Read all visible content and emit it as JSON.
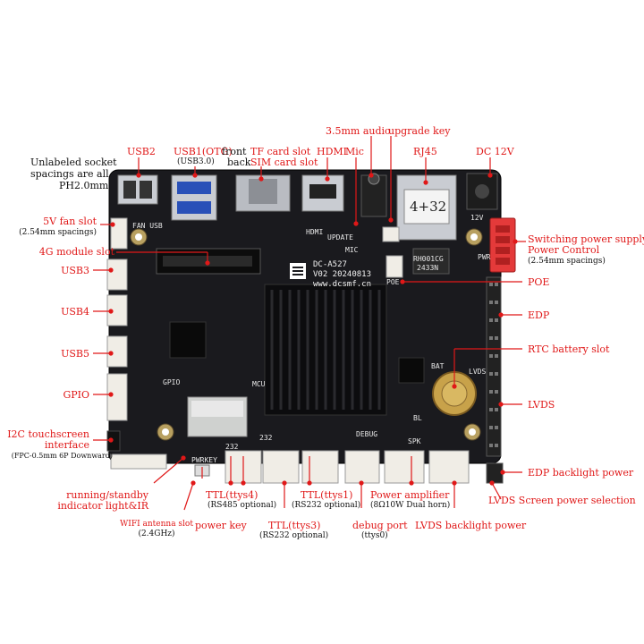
{
  "intro": {
    "line1": "Unlabeled socket",
    "line2": "spacings are all",
    "line3": "PH2.0mm"
  },
  "labels": {
    "usb2": "USB2",
    "usb1": "USB1(OTG)",
    "usb1_sub": "(USB3.0)",
    "tf_front": "front",
    "tf_name": "TF card slot",
    "sim_back": "back",
    "sim_name": "SIM card slot",
    "hdmi": "HDMI",
    "mic": "Mic",
    "audio": "3.5mm audio",
    "upgrade": "upgrade key",
    "rj45": "RJ45",
    "dc": "DC 12V",
    "fan": "5V fan slot",
    "fan_sub": "(2.54mm spacings)",
    "g4": "4G module slot",
    "usb3": "USB3",
    "usb4": "USB4",
    "usb5": "USB5",
    "gpio": "GPIO",
    "i2c_1": "I2C touchscreen",
    "i2c_2": "interface",
    "i2c_sub": "(FPC-0.5mm 6P Downward)",
    "run_1": "running/standby",
    "run_2": "indicator light&IR",
    "wifi": "WIFI antenna slot",
    "wifi_sub": "(2.4GHz)",
    "ttl4": "TTL(ttys4)",
    "ttl4_sub": "(RS485 optional)",
    "pkey": "power key",
    "ttl3": "TTL(ttys3)",
    "ttl3_sub": "(RS232 optional)",
    "ttl1": "TTL(ttys1)",
    "ttl1_sub": "(RS232 optional)",
    "debug": "debug port",
    "debug_sub": "(ttys0)",
    "amp": "Power amplifier",
    "amp_sub": "(8Ω10W Dual horn)",
    "lvdsbl": "LVDS backlight power",
    "sw1": "Switching power supply/",
    "sw2": "Power Control",
    "sw_sub": "(2.54mm spacings)",
    "poe": "POE",
    "edp": "EDP",
    "rtc": "RTC battery slot",
    "lvds": "LVDS",
    "edpbl": "EDP backlight power",
    "lvdssel": "LVDS Screen power selection"
  },
  "board": {
    "model": "DC-A527",
    "version": "V02 20240813",
    "site": "www.dcsmf.cn",
    "rj45_badge": "4+32",
    "silk": {
      "fanusb": "FAN USB",
      "hdmi": "HDMI",
      "update": "UPDATE",
      "mic": "MIC",
      "poe": "POE",
      "pwr": "PWR",
      "v12": "12V",
      "gpio": "GPIO",
      "bat": "BAT",
      "lvds": "LVDS",
      "bl": "BL",
      "spk": "SPK",
      "debug": "DEBUG",
      "pwrkey": "PWRKEY",
      "rs232a": "232",
      "rs232b": "232",
      "mcu": "MCU",
      "chip": "RH001CG",
      "chip2": "2433N"
    }
  },
  "colors": {
    "board": "#1a1a1e",
    "annotation": "#e01818",
    "connector": "#f0ede6"
  }
}
